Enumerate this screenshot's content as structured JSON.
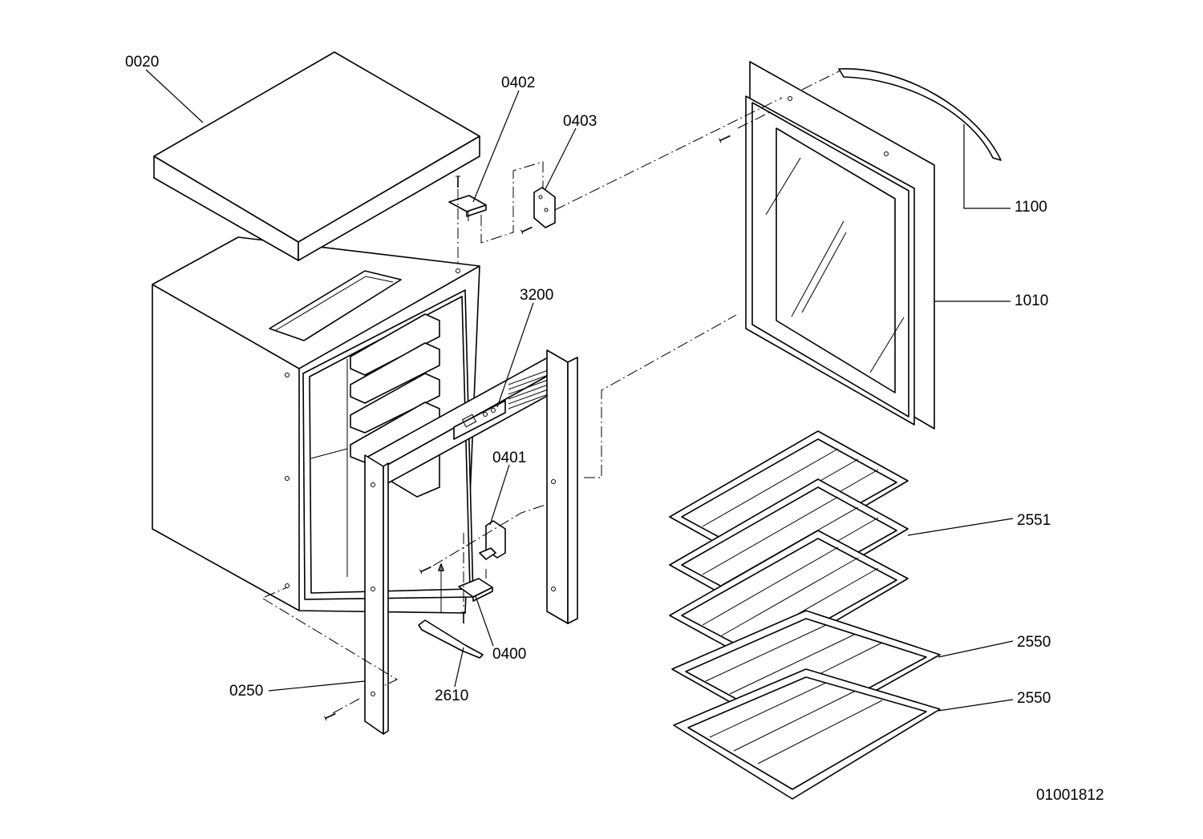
{
  "labels": {
    "l0020": "0020",
    "l0402": "0402",
    "l0403": "0403",
    "l1100": "1100",
    "l1010": "1010",
    "l3200": "3200",
    "l0401": "0401",
    "l2551": "2551",
    "l0400": "0400",
    "l2550a": "2550",
    "l2550b": "2550",
    "l0250": "0250",
    "l2610": "2610"
  },
  "drawing_number": "01001812"
}
